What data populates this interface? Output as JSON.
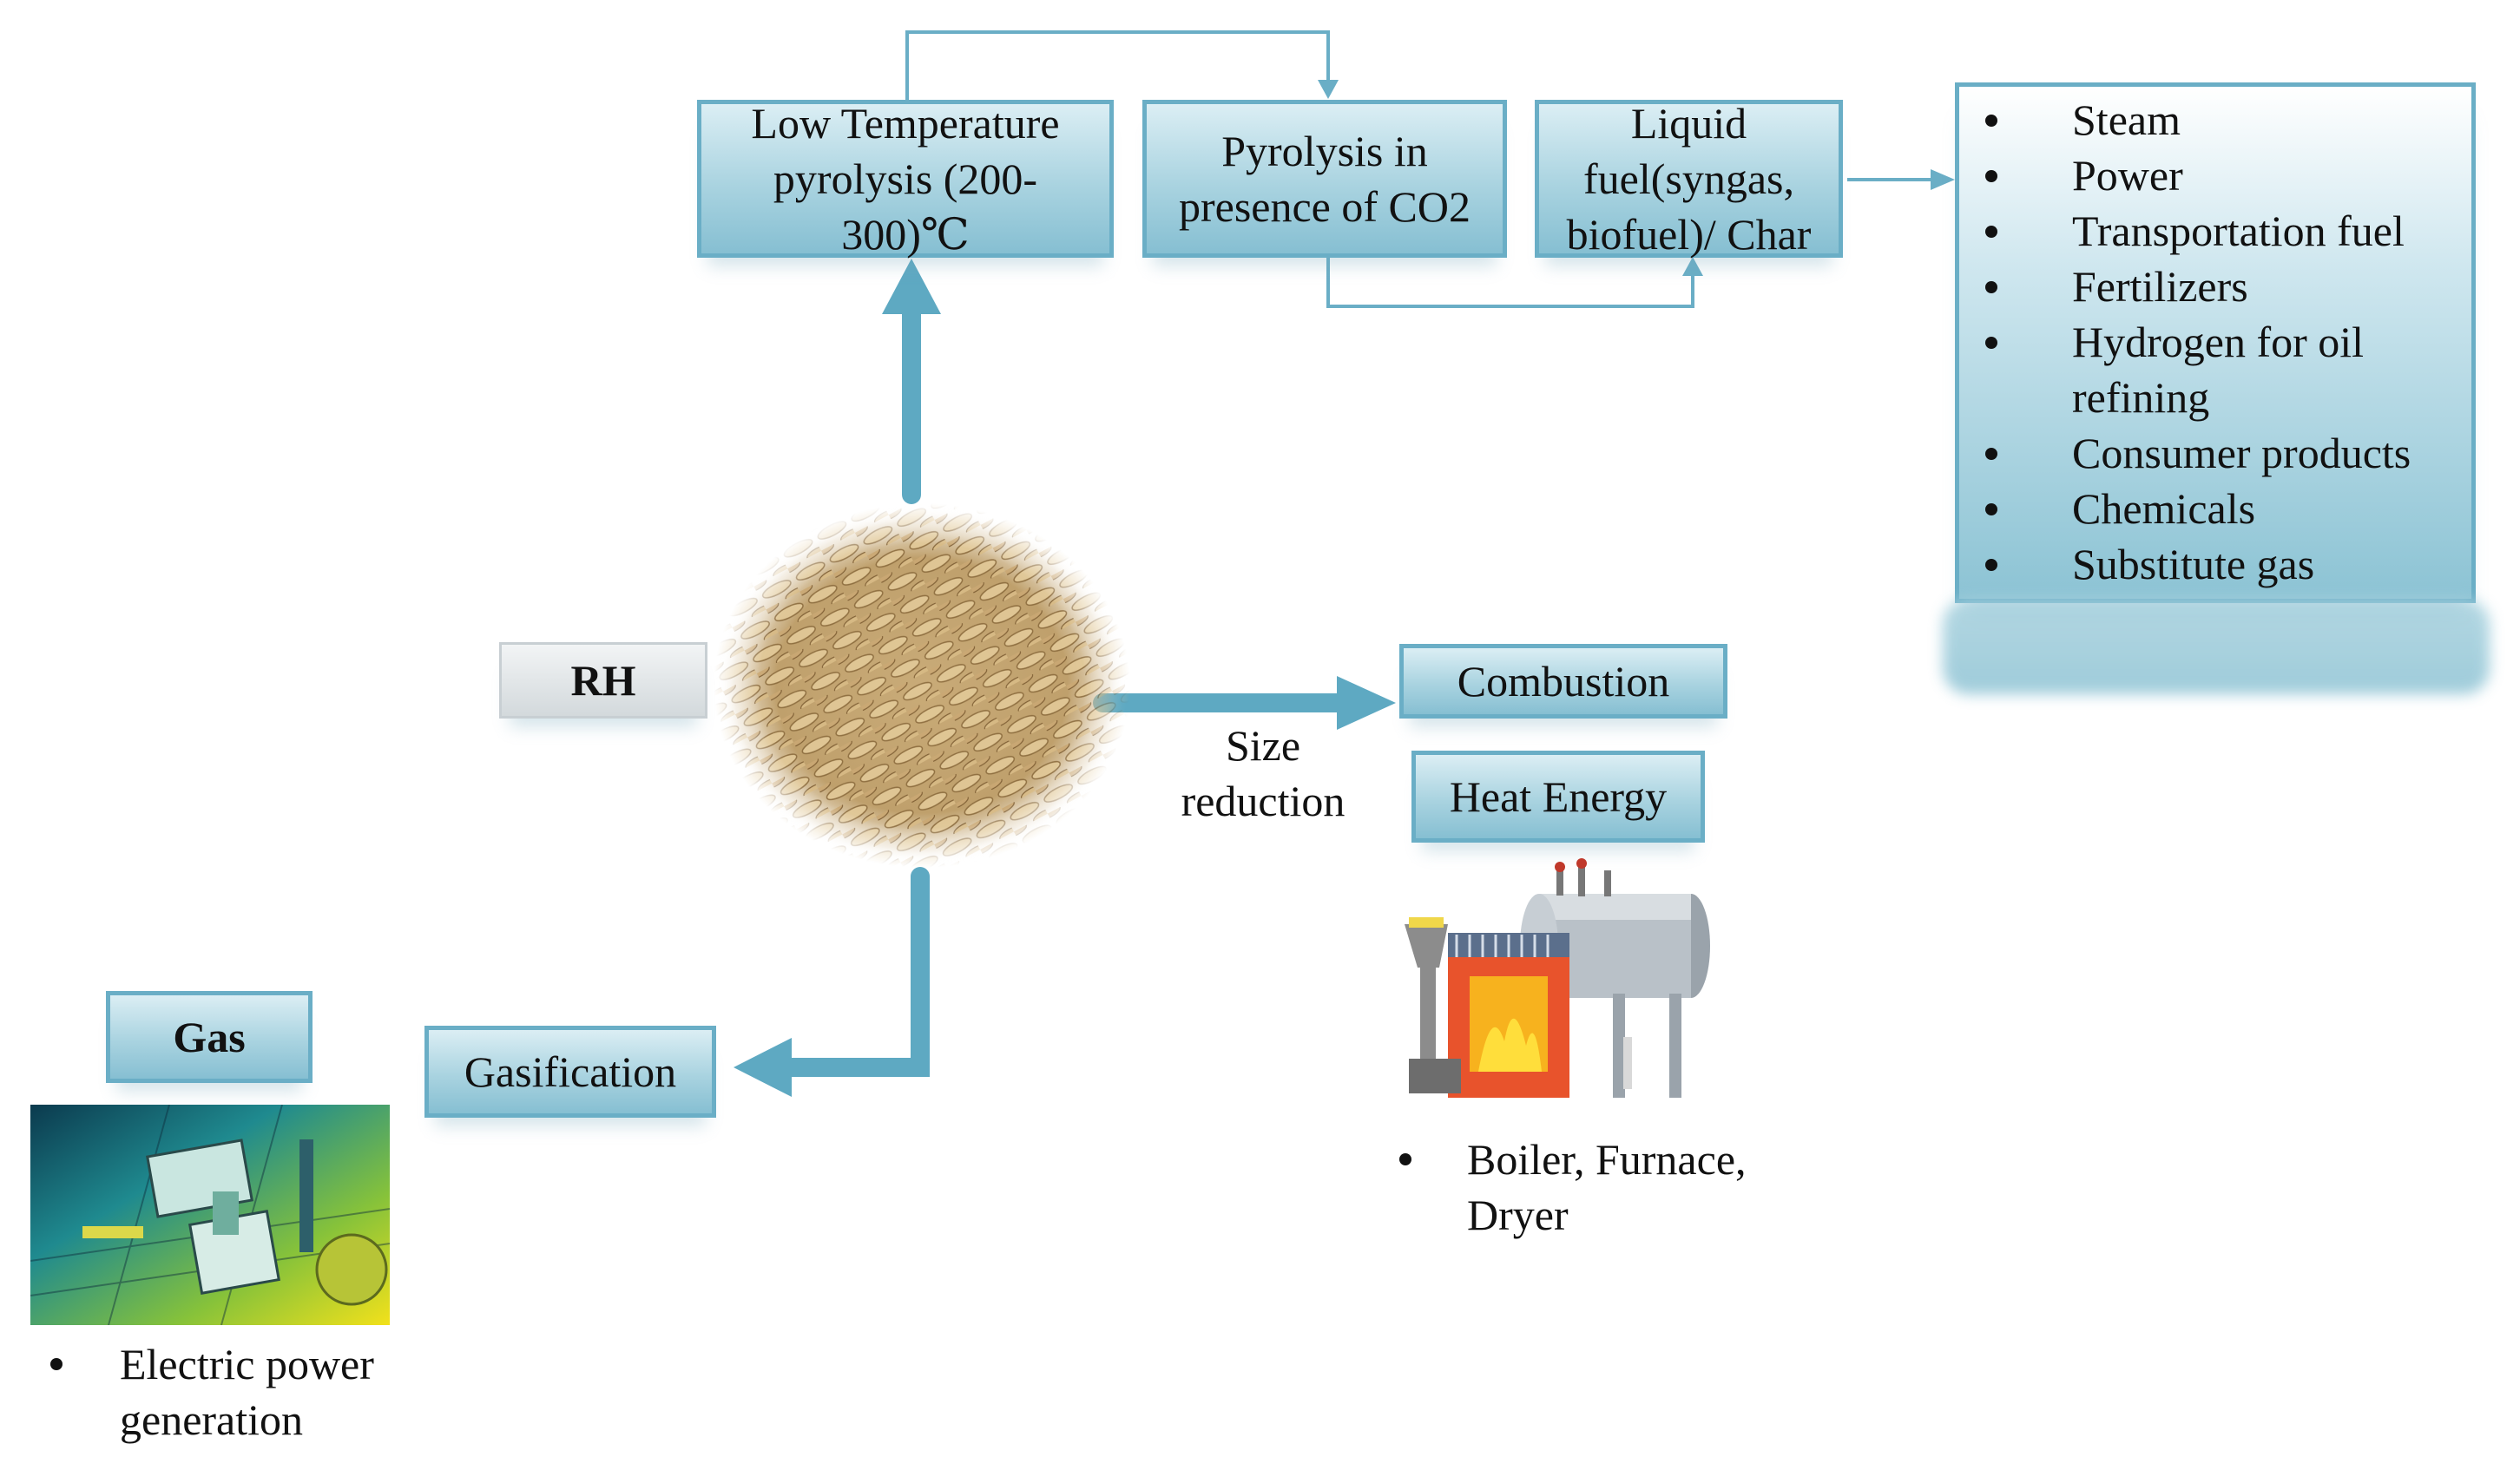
{
  "nodes": {
    "low_temp_pyrolysis": "Low Temperature pyrolysis (200-300)℃",
    "pyrolysis_co2": "Pyrolysis in presence of CO2",
    "liquid_fuel": "Liquid fuel(syngas, biofuel)/ Char",
    "rh": "RH",
    "combustion": "Combustion",
    "heat_energy": "Heat Energy",
    "gasification": "Gasification",
    "gas": "Gas"
  },
  "edge_labels": {
    "size_reduction": "Size reduction"
  },
  "uses_list": [
    "Steam",
    "Power",
    "Transportation fuel",
    "Fertilizers",
    "Hydrogen for oil refining",
    "Consumer products",
    "Chemicals",
    "Substitute gas"
  ],
  "combustion_uses": "Boiler, Furnace, Dryer",
  "gas_uses": "Electric power generation",
  "colors": {
    "arrow": "#5ea9c2",
    "box_border": "#6aaec6",
    "thin_connector": "#6aaec6"
  },
  "icons": {
    "center_image": "rice-husk-photo",
    "boiler_image": "industrial-boiler-illustration",
    "gas_image": "gasification-plant-illustration"
  }
}
